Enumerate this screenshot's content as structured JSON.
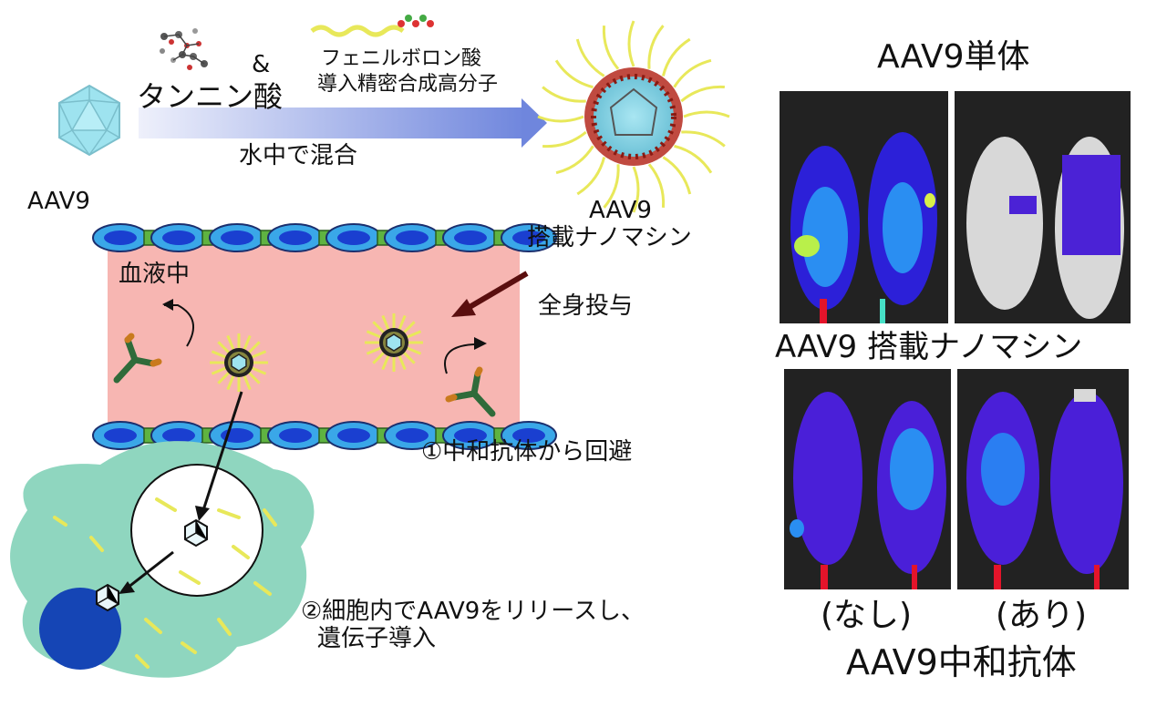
{
  "left": {
    "tannic_acid": "タンニン酸",
    "ampersand": "&",
    "polymer_line1": "フェニルボロン酸",
    "polymer_line2": "導入精密合成高分子",
    "mix_in_water": "水中で混合",
    "aav9_label": "AAV9",
    "nanomachine_line1": "AAV9",
    "nanomachine_line2": "搭載ナノマシン",
    "in_blood": "血液中",
    "systemic_admin": "全身投与",
    "evade_antibodies": "①中和抗体から回避",
    "release_line1": "②細胞内でAAV9をリリースし、",
    "release_line2": "遺伝子導入"
  },
  "right": {
    "top_title": "AAV9単体",
    "mid_title": "AAV9 搭載ナノマシン",
    "label_without": "(なし)",
    "label_with": "(あり)",
    "bottom_title": "AAV9中和抗体"
  },
  "colors": {
    "blood_vessel": "#f7b6b2",
    "cell_body": "#8fd6bf",
    "nucleus": "#1545b5",
    "endothelial_cell": "#3aa7e8",
    "junction": "#5fb341",
    "arrow_dark": "#5a0f0f",
    "aav9_capsid": "#8fe0f0",
    "polymer_yellow": "#e8e85a"
  }
}
